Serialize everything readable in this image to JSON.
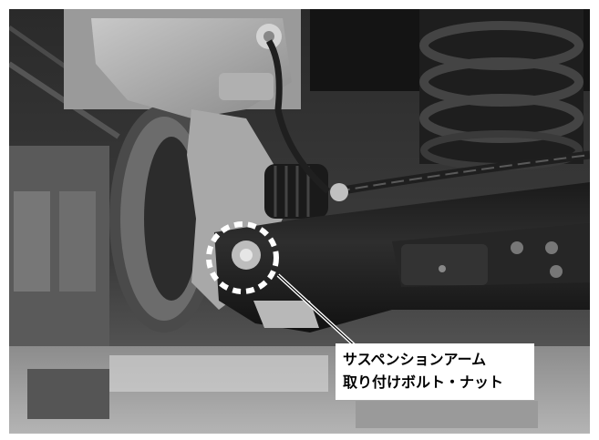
{
  "image": {
    "style": "grayscale photograph",
    "subject": "front suspension underside with brake disc, caliper, coil spring, brake hose and lower suspension arm"
  },
  "callout": {
    "line1": "サスペンションアーム",
    "line2": "取り付けボルト・ナット",
    "marker": "white dashed circle around bolt",
    "colors": {
      "box": "#ffffff",
      "text": "#000000",
      "leader": "#ffffff"
    }
  }
}
